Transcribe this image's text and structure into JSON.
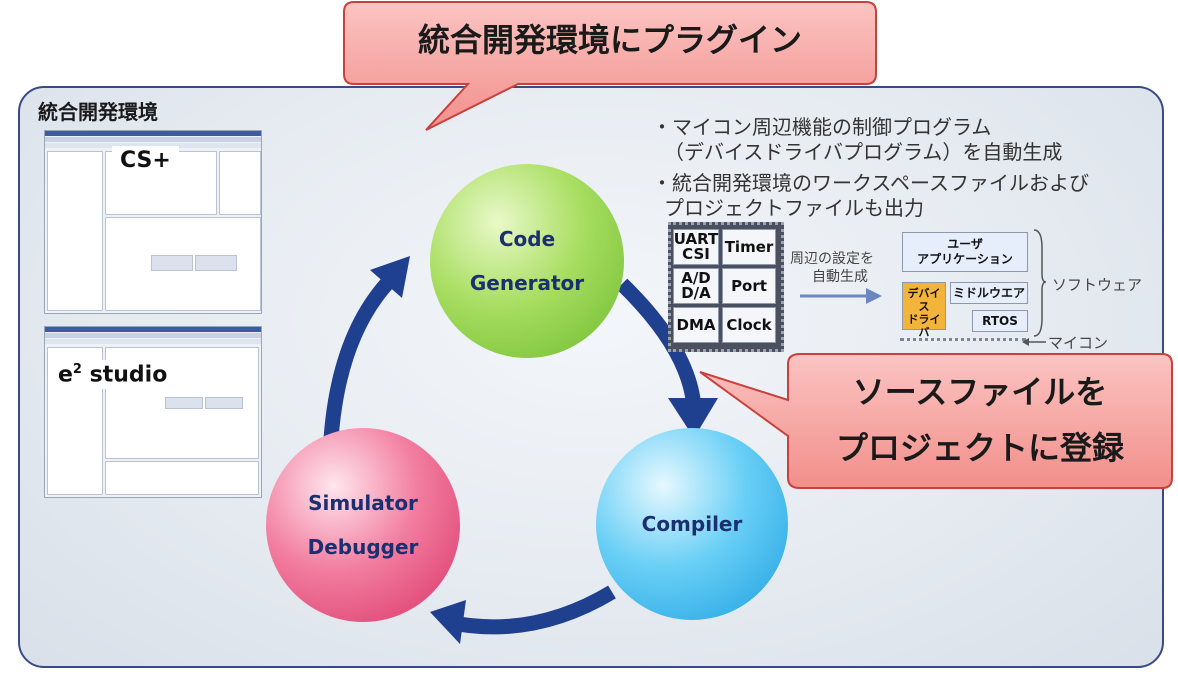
{
  "top_callout": "統合開発環境にプラグイン",
  "ide": {
    "title": "統合開発環境",
    "cs_label": "CS+",
    "e2_prefix": "e",
    "e2_sup": "2",
    "e2_suffix": " studio"
  },
  "cycle": {
    "code_generator": [
      "Code",
      "Generator"
    ],
    "compiler": "Compiler",
    "simulator_debugger": [
      "Simulator",
      "Debugger"
    ]
  },
  "bullets": {
    "b1_line1": "・マイコン周辺機能の制御プログラム",
    "b1_line2": "（デバイスドライバプログラム）を自動生成",
    "b2_line1": "・統合開発環境のワークスペースファイルおよび",
    "b2_line2": "プロジェクトファイルも出力"
  },
  "mcu_diagram": {
    "uart": "UART",
    "csi": "CSI",
    "timer": "Timer",
    "ad": "A/D",
    "da": "D/A",
    "port": "Port",
    "dma": "DMA",
    "clock": "Clock",
    "arrow_text_1": "周辺の設定を",
    "arrow_text_2": "自動生成",
    "user_app_1": "ユーザ",
    "user_app_2": "アプリケーション",
    "middleware": "ミドルウエア",
    "device_driver_1": "デバイス",
    "device_driver_2": "ドライバ",
    "rtos": "RTOS",
    "software_label": "ソフトウェア",
    "mcu_label": "マイコン"
  },
  "right_callout": {
    "line1": "ソースファイルを",
    "line2": "プロジェクトに登録"
  },
  "colors": {
    "panel_border": "#3a4a86",
    "arrow": "#1f3f8f",
    "callout_fill": "#f6a3a0",
    "callout_border": "#c9413c",
    "code_generator": "#8fd045",
    "compiler": "#35b4ee",
    "simulator_debugger": "#e8507b"
  }
}
